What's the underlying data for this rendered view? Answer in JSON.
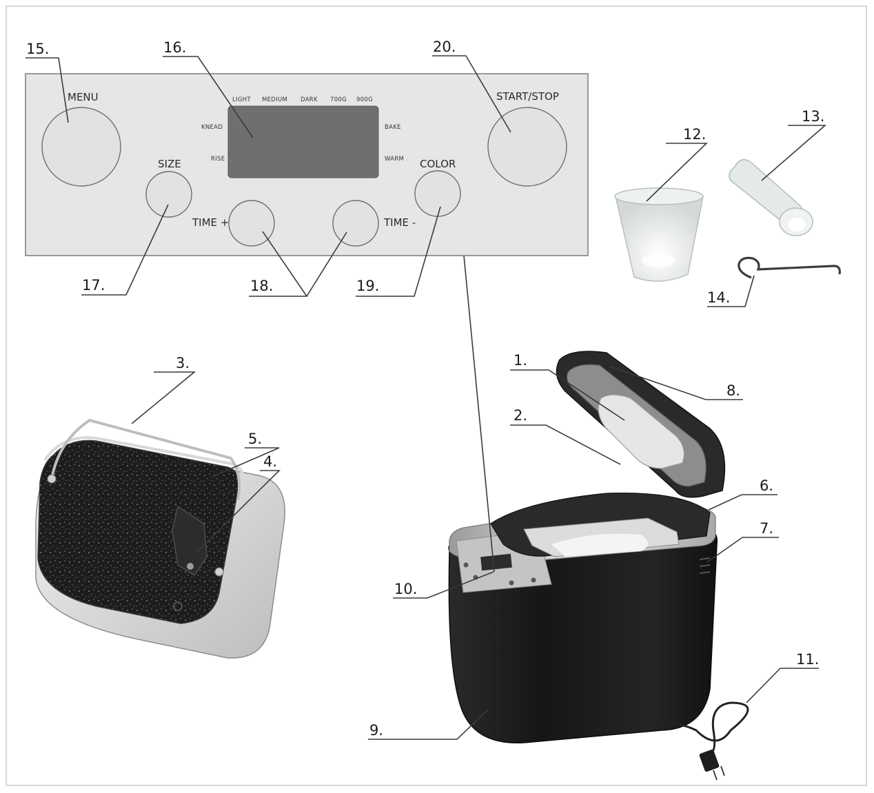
{
  "panel": {
    "menu_label": "MENU",
    "start_stop_label": "START/STOP",
    "size_label": "SIZE",
    "color_label": "COLOR",
    "time_plus_label": "TIME +",
    "time_minus_label": "TIME -",
    "display_top_labels": [
      "LIGHT",
      "MEDIUM",
      "DARK",
      "700G",
      "900G"
    ],
    "display_left_labels": [
      "KNEAD",
      "RISE"
    ],
    "display_right_labels": [
      "BAKE",
      "WARM"
    ]
  },
  "callouts": {
    "c1": "1.",
    "c2": "2.",
    "c3": "3.",
    "c4": "4.",
    "c5": "5.",
    "c6": "6.",
    "c7": "7.",
    "c8": "8.",
    "c9": "9.",
    "c10": "10.",
    "c11": "11.",
    "c12": "12.",
    "c13": "13.",
    "c14": "14.",
    "c15": "15.",
    "c16": "16.",
    "c17": "17.",
    "c18": "18.",
    "c19": "19.",
    "c20": "20."
  },
  "colors": {
    "panel_fill": "#e6e6e6",
    "display_fill": "#6f6f6f",
    "button_fill": "#e2e2e2",
    "machine_body": "#1b1b1b",
    "steel": "#cfcfcf"
  }
}
